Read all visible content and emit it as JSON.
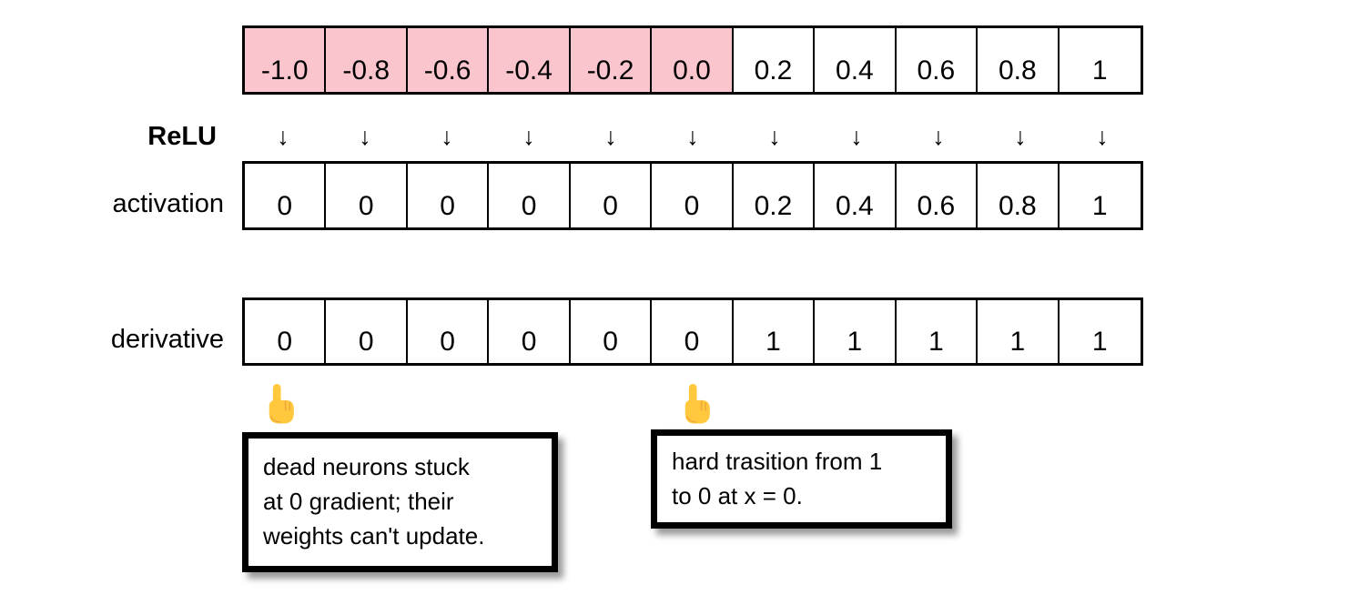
{
  "labels": {
    "relu": "ReLU",
    "activation": "activation",
    "derivative": "derivative"
  },
  "rows": {
    "input": {
      "values": [
        "-1.0",
        "-0.8",
        "-0.6",
        "-0.4",
        "-0.2",
        "0.0",
        "0.2",
        "0.4",
        "0.6",
        "0.8",
        "1"
      ],
      "highlighted_count": 6
    },
    "arrows": [
      "↓",
      "↓",
      "↓",
      "↓",
      "↓",
      "↓",
      "↓",
      "↓",
      "↓",
      "↓",
      "↓"
    ],
    "activation": {
      "values": [
        "0",
        "0",
        "0",
        "0",
        "0",
        "0",
        "0.2",
        "0.4",
        "0.6",
        "0.8",
        "1"
      ]
    },
    "derivative": {
      "values": [
        "0",
        "0",
        "0",
        "0",
        "0",
        "0",
        "1",
        "1",
        "1",
        "1",
        "1"
      ]
    }
  },
  "annotations": {
    "dead_neurons": {
      "lines": [
        "dead neurons stuck",
        "at 0 gradient; their",
        "weights can't update."
      ]
    },
    "hard_transition": {
      "lines": [
        "hard trasition from 1",
        "to 0 at x = 0."
      ]
    }
  },
  "icons": {
    "pointer": "pointing-up-hand"
  },
  "colors": {
    "negative_highlight": "#FAC5CD",
    "border": "#000000",
    "hand_fill": "#FFC83D",
    "hand_shade": "#EFA93F"
  }
}
